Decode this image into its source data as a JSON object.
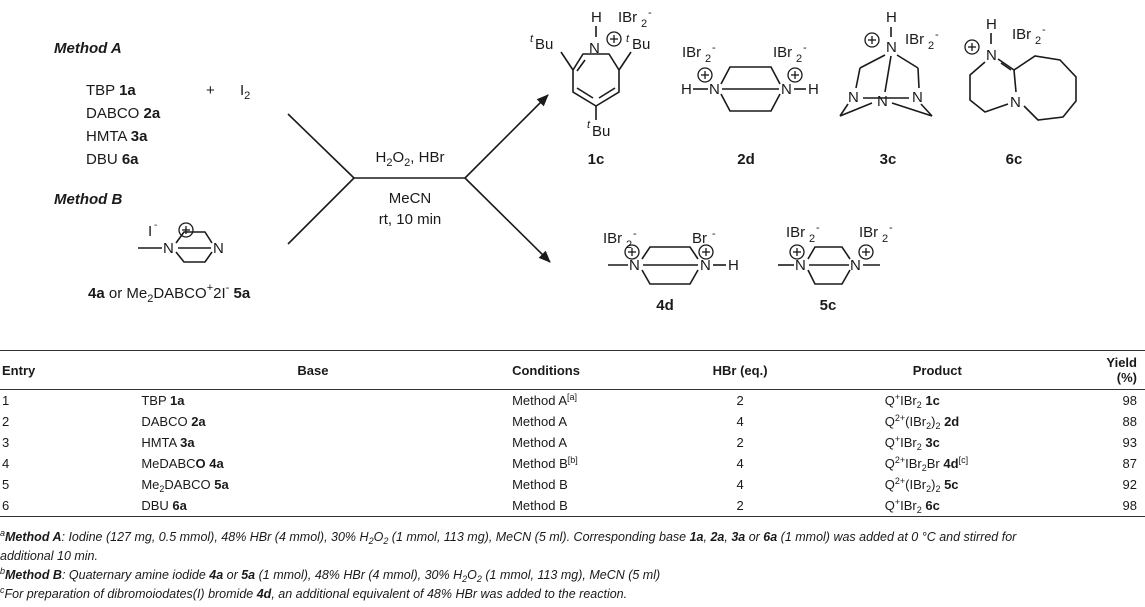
{
  "scheme": {
    "method_a_title": "Method A",
    "method_b_title": "Method B",
    "method_a_bases": [
      {
        "name": "TBP",
        "code": "1a"
      },
      {
        "name": "DABCO",
        "code": "2a"
      },
      {
        "name": "HMTA",
        "code": "3a"
      },
      {
        "name": "DBU",
        "code": "6a"
      }
    ],
    "plus_sign": "+",
    "iodine": "I",
    "iodine_sub": "2",
    "method_b_reagent_left": "4a",
    "method_b_reagent_or": "or",
    "method_b_reagent_right_prefix": "Me",
    "method_b_reagent_right_sub": "2",
    "method_b_reagent_right_mid": "DABCO",
    "method_b_reagent_right_sup": "+",
    "method_b_reagent_right_suffix": "2I",
    "method_b_reagent_right_sup2": "-",
    "method_b_reagent_right_code": "5a",
    "conditions_line1_a": "H",
    "conditions_line1_sub": "2",
    "conditions_line1_b": "O",
    "conditions_line1_sub2": "2",
    "conditions_line1_c": ", HBr",
    "conditions_line2": "MeCN",
    "conditions_line3": "rt, 10 min",
    "atoms": {
      "N": "N",
      "H": "H",
      "I": "I",
      "tBu_t": "t",
      "tBu": "Bu",
      "IBr2": "IBr",
      "two": "2",
      "minus": "-",
      "Br": "Br"
    },
    "product_labels": [
      "1c",
      "2d",
      "3c",
      "6c",
      "4d",
      "5c"
    ]
  },
  "table": {
    "headers": [
      "Entry",
      "Base",
      "Conditions",
      "HBr (eq.)",
      "Product",
      "Yield (%)"
    ],
    "rows": [
      {
        "entry": "1",
        "base_name": "TBP",
        "base_code": "1a",
        "cond": "Method A",
        "cond_note": "[a]",
        "hbr": "2",
        "prod_a": "Q",
        "prod_sup": "+",
        "prod_b": "IBr",
        "prod_sub": "2",
        "prod_c": "",
        "prod_sub2": "",
        "prod_d": "",
        "prod_code": "1c",
        "prod_note": "",
        "yield": "98"
      },
      {
        "entry": "2",
        "base_name": "DABCO",
        "base_code": "2a",
        "cond": "Method A",
        "cond_note": "",
        "hbr": "4",
        "prod_a": "Q",
        "prod_sup": "2+",
        "prod_b": "(IBr",
        "prod_sub": "2",
        "prod_c": ")",
        "prod_sub2": "2",
        "prod_d": "",
        "prod_code": "2d",
        "prod_note": "",
        "yield": "88"
      },
      {
        "entry": "3",
        "base_name": "HMTA",
        "base_code": "3a",
        "cond": "Method A",
        "cond_note": "",
        "hbr": "2",
        "prod_a": "Q",
        "prod_sup": "+",
        "prod_b": "IBr",
        "prod_sub": "2",
        "prod_c": "",
        "prod_sub2": "",
        "prod_d": "",
        "prod_code": "3c",
        "prod_note": "",
        "yield": "93"
      },
      {
        "entry": "4",
        "base_name": "MeDABC",
        "base_name_bold_tail": "O",
        "base_code": "4a",
        "cond": "Method B",
        "cond_note": "[b]",
        "hbr": "4",
        "prod_a": "Q",
        "prod_sup": "2+",
        "prod_b": "IBr",
        "prod_sub": "2",
        "prod_c": "Br",
        "prod_sub2": "",
        "prod_d": "",
        "prod_code": "4d",
        "prod_note": "[c]",
        "yield": "87"
      },
      {
        "entry": "5",
        "base_name": "Me",
        "base_name_sub": "2",
        "base_name_tail": "DABCO",
        "base_code": "5a",
        "cond": "Method B",
        "cond_note": "",
        "hbr": "4",
        "prod_a": "Q",
        "prod_sup": "2+",
        "prod_b": "(IBr",
        "prod_sub": "2",
        "prod_c": ")",
        "prod_sub2": "2",
        "prod_d": "",
        "prod_code": "5c",
        "prod_note": "",
        "yield": "92"
      },
      {
        "entry": "6",
        "base_name": "DBU",
        "base_code": "6a",
        "cond": "Method B",
        "cond_note": "",
        "hbr": "2",
        "prod_a": "Q",
        "prod_sup": "+",
        "prod_b": "IBr",
        "prod_sub": "2",
        "prod_c": "",
        "prod_sub2": "",
        "prod_d": "",
        "prod_code": "6c",
        "prod_note": "",
        "yield": "98"
      }
    ]
  },
  "footnotes": {
    "a_mark": "a",
    "a_title": "Method A",
    "a_text_1": ": Iodine (127 mg, 0.5 mmol), 48% HBr (4 mmol), 30% H",
    "a_text_2": "O",
    "a_text_3": " (1 mmol, 113 mg), MeCN (5 ml). Corresponding base ",
    "a_codes": [
      "1a",
      "2a",
      "3a",
      "6a"
    ],
    "a_sep_1": ", ",
    "a_sep_2": " or ",
    "a_text_4": " (1 mmol) was added at 0 °C and stirred for",
    "a_text_5": "additional 10 min.",
    "b_mark": "b",
    "b_title": "Method B",
    "b_text_1": ": Quaternary amine iodide ",
    "b_code_1": "4a",
    "b_text_2": " or ",
    "b_code_2": "5a",
    "b_text_3": " (1 mmol), 48% HBr (4 mmol), 30% H",
    "b_text_4": "O",
    "b_text_5": " (1 mmol, 113 mg), MeCN (5 ml)",
    "c_mark": "c",
    "c_text_1": "For preparation of dibromoiodates(I) bromide ",
    "c_code": "4d",
    "c_text_2": ", an additional equivalent of 48% HBr was added to the reaction.",
    "sub2": "2"
  }
}
